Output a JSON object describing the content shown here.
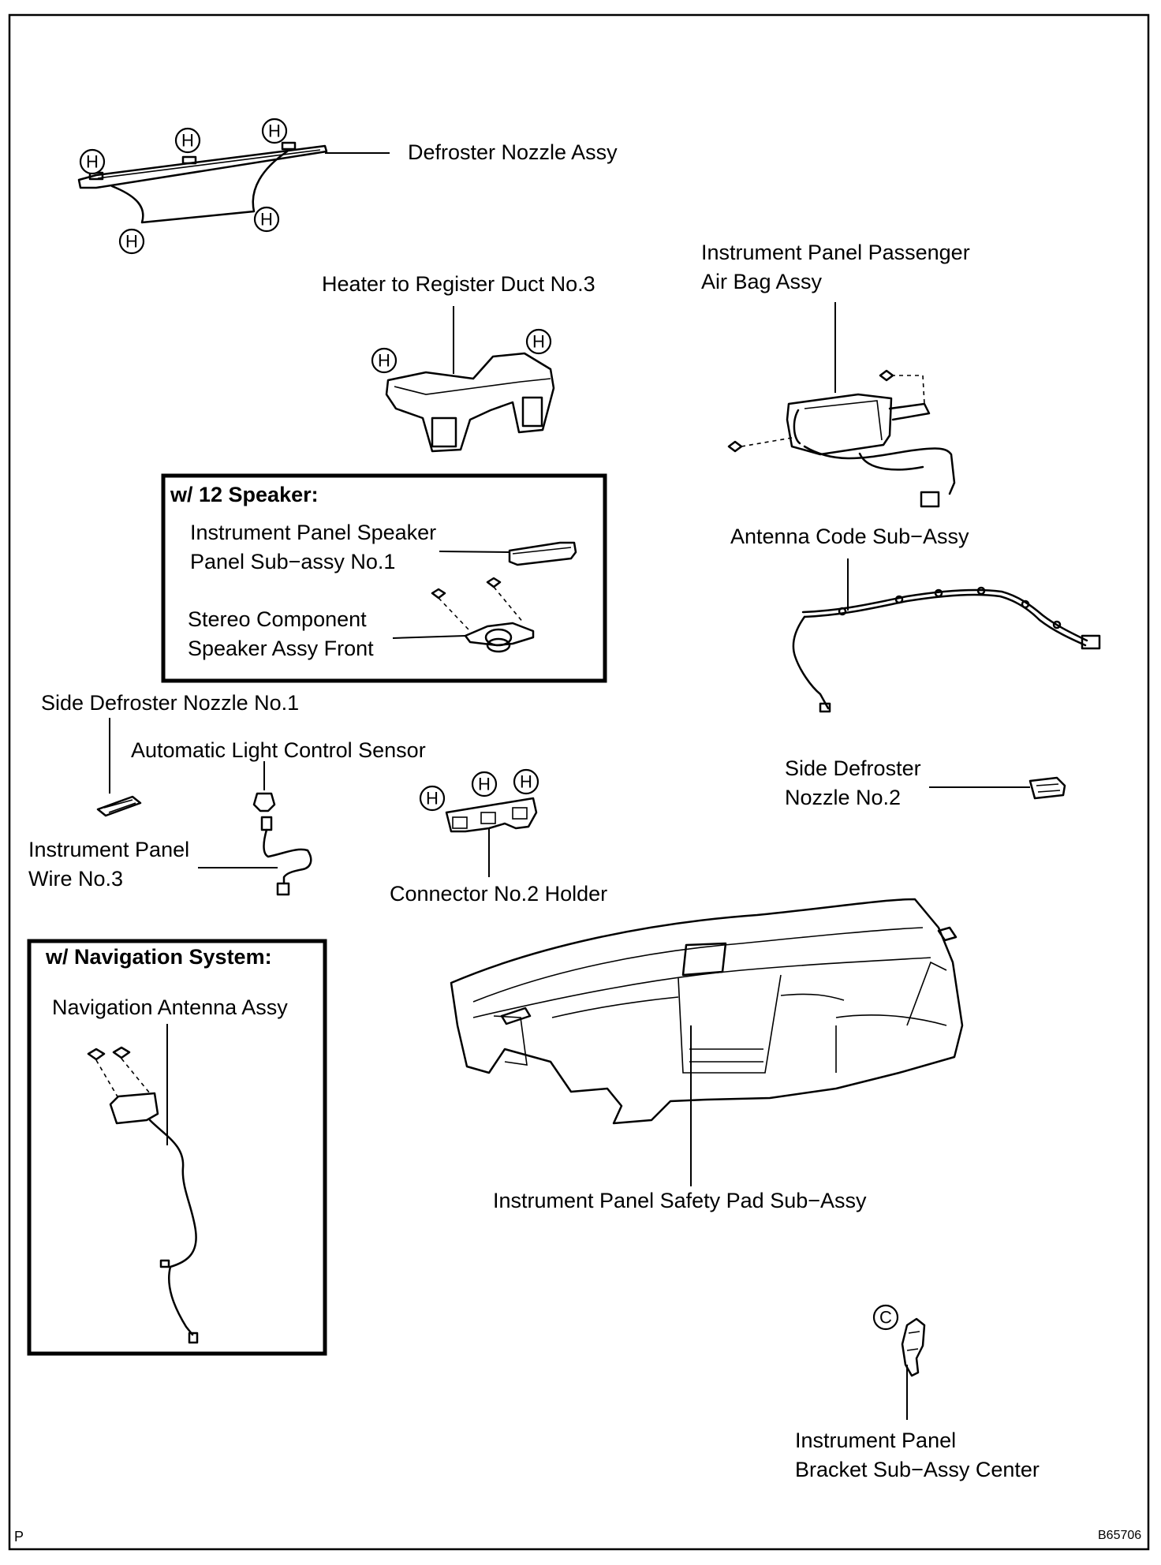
{
  "corner": {
    "left": "P",
    "right": "B65706"
  },
  "marks": {
    "h": "H",
    "c": "C"
  },
  "labels": {
    "defroster_nozzle": "Defroster Nozzle Assy",
    "heater_duct": "Heater to Register Duct No.3",
    "airbag_line1": "Instrument Panel Passenger",
    "airbag_line2": "Air Bag Assy",
    "antenna_code": "Antenna Code Sub−Assy",
    "speaker_panel_line1": "Instrument Panel Speaker",
    "speaker_panel_line2": "Panel Sub−assy No.1",
    "stereo_line1": "Stereo Component",
    "stereo_line2": "Speaker Assy Front",
    "side_defroster_1": "Side Defroster Nozzle No.1",
    "light_sensor": "Automatic Light Control Sensor",
    "wire_line1": "Instrument Panel",
    "wire_line2": "Wire No.3",
    "connector_holder": "Connector No.2 Holder",
    "side_defroster_2_line1": "Side Defroster",
    "side_defroster_2_line2": "Nozzle No.2",
    "nav_antenna": "Navigation Antenna Assy",
    "safety_pad": "Instrument Panel Safety Pad Sub−Assy",
    "bracket_line1": "Instrument Panel",
    "bracket_line2": "Bracket Sub−Assy Center"
  },
  "boxes": {
    "speaker": "w/ 12 Speaker:",
    "navigation": "w/ Navigation System:"
  }
}
